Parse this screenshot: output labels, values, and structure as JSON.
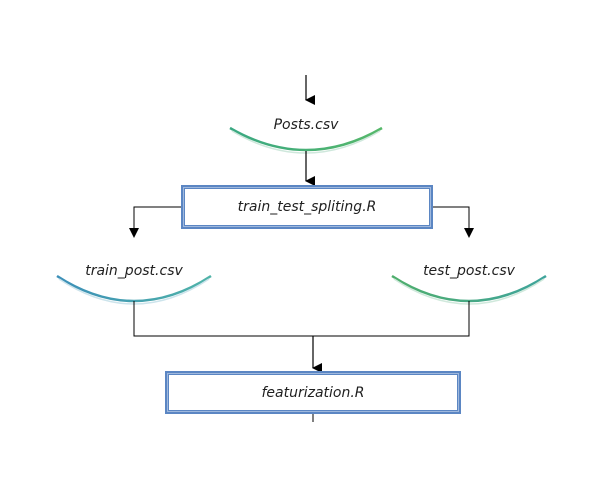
{
  "diagram": {
    "nodes": {
      "posts_csv": "Posts.csv",
      "train_test_split": "train_test_spliting.R",
      "train_post_csv": "train_post.csv",
      "test_post_csv": "test_post.csv",
      "featurization": "featurization.R"
    },
    "colors": {
      "process_box_border": "#5b86c3",
      "data_arc_green": "#4caf74",
      "data_arc_teal": "#4a9bb3",
      "connector": "#000000"
    }
  }
}
